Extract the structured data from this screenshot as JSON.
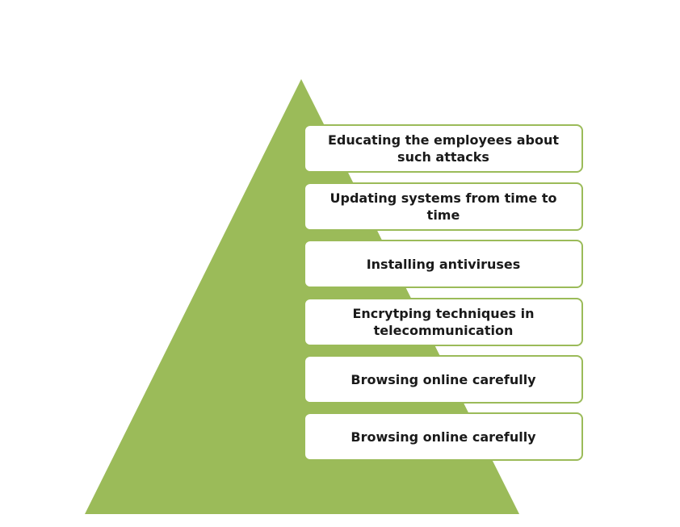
{
  "colors": {
    "pyramid_fill": "#9bbb59",
    "box_border": "#9bbb59",
    "box_fill": "#ffffff",
    "text": "#1a1a1a"
  },
  "items": [
    {
      "label": "Educating the employees about such attacks"
    },
    {
      "label": "Updating systems from time to time"
    },
    {
      "label": "Installing antiviruses"
    },
    {
      "label": "Encrytping techniques in telecommunication"
    },
    {
      "label": "Browsing online carefully"
    },
    {
      "label": "Browsing online carefully"
    }
  ]
}
